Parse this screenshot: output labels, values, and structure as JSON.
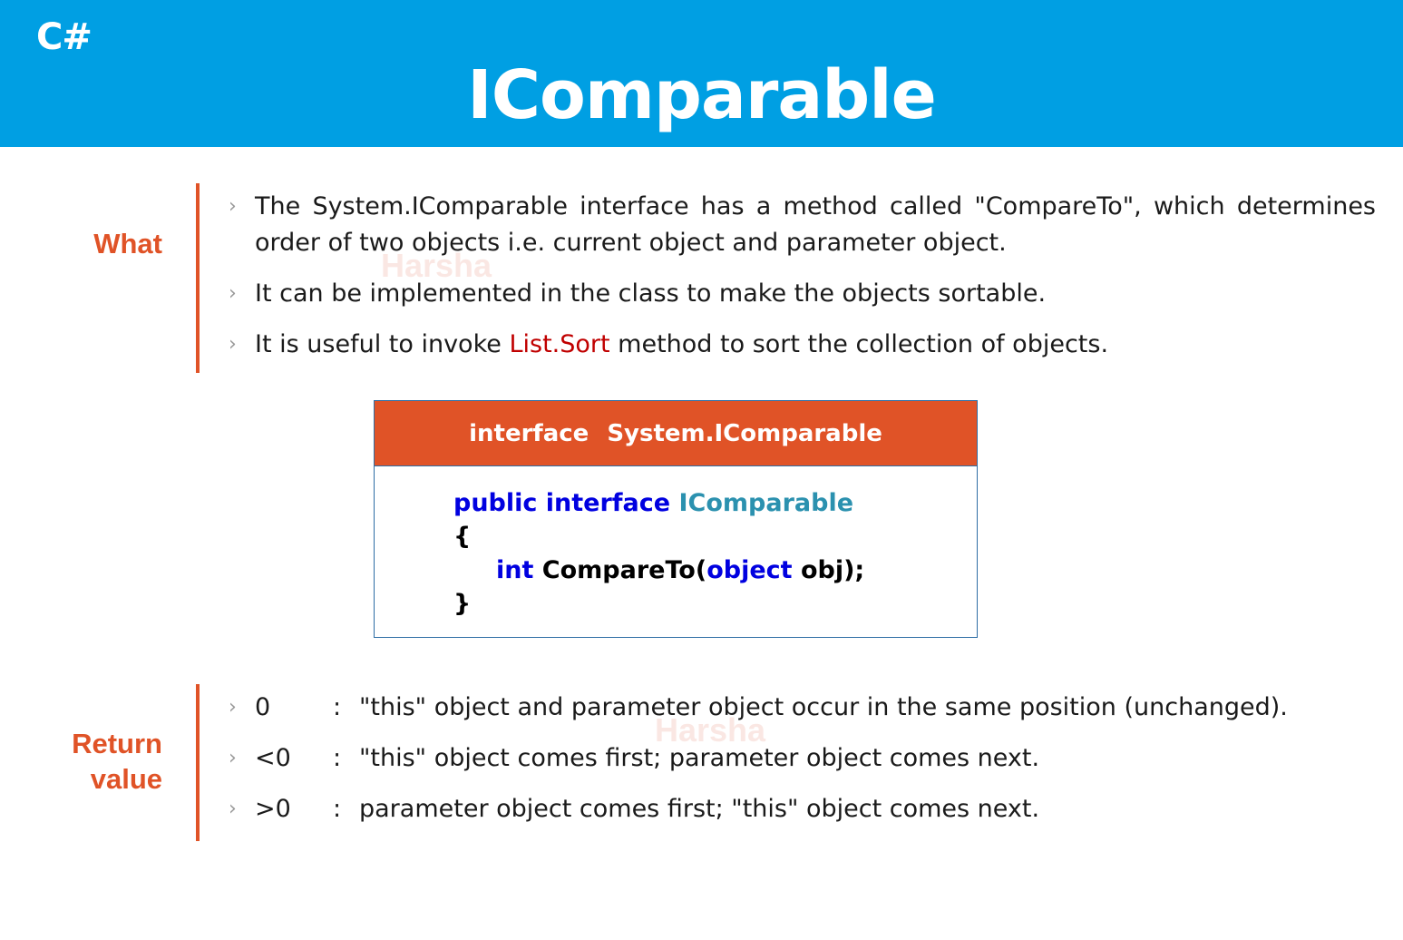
{
  "header": {
    "lang_label": "C#",
    "title": "IComparable"
  },
  "watermark": {
    "text": "Harsha"
  },
  "what": {
    "label": "What",
    "bullets": [
      "The System.IComparable interface has a method called \"CompareTo\", which determines order of two objects i.e. current object and parameter object.",
      "It can be implemented in the class to make the objects sortable."
    ],
    "bullet3": {
      "pre": "It is useful to invoke ",
      "highlight": "List.Sort",
      "post": " method to sort the collection of objects."
    }
  },
  "interface_box": {
    "heading_keyword": "interface",
    "heading_name": "System.IComparable",
    "code": {
      "l1_public": "public",
      "l1_interface": "interface",
      "l1_name": "IComparable",
      "l2": "{",
      "l3_int": "int",
      "l3_method": "CompareTo(",
      "l3_object": "object",
      "l3_rest": " obj);",
      "l4": "}"
    }
  },
  "return_value": {
    "label_line1": "Return",
    "label_line2": "value",
    "rows": [
      {
        "key": "0",
        "colon": ":",
        "text": "\"this\" object and parameter object occur in the same position (unchanged)."
      },
      {
        "key": "<0",
        "colon": ":",
        "text": "\"this\" object comes first; parameter object comes next."
      },
      {
        "key": ">0",
        "colon": ":",
        "text": "parameter object comes first; \"this\" object comes next."
      }
    ]
  },
  "bullet_glyph": "›",
  "colors": {
    "header_bg": "#009fe3",
    "accent": "#e05327",
    "keyword": "#0000e0",
    "type": "#2b91af",
    "highlight": "#c00000"
  }
}
